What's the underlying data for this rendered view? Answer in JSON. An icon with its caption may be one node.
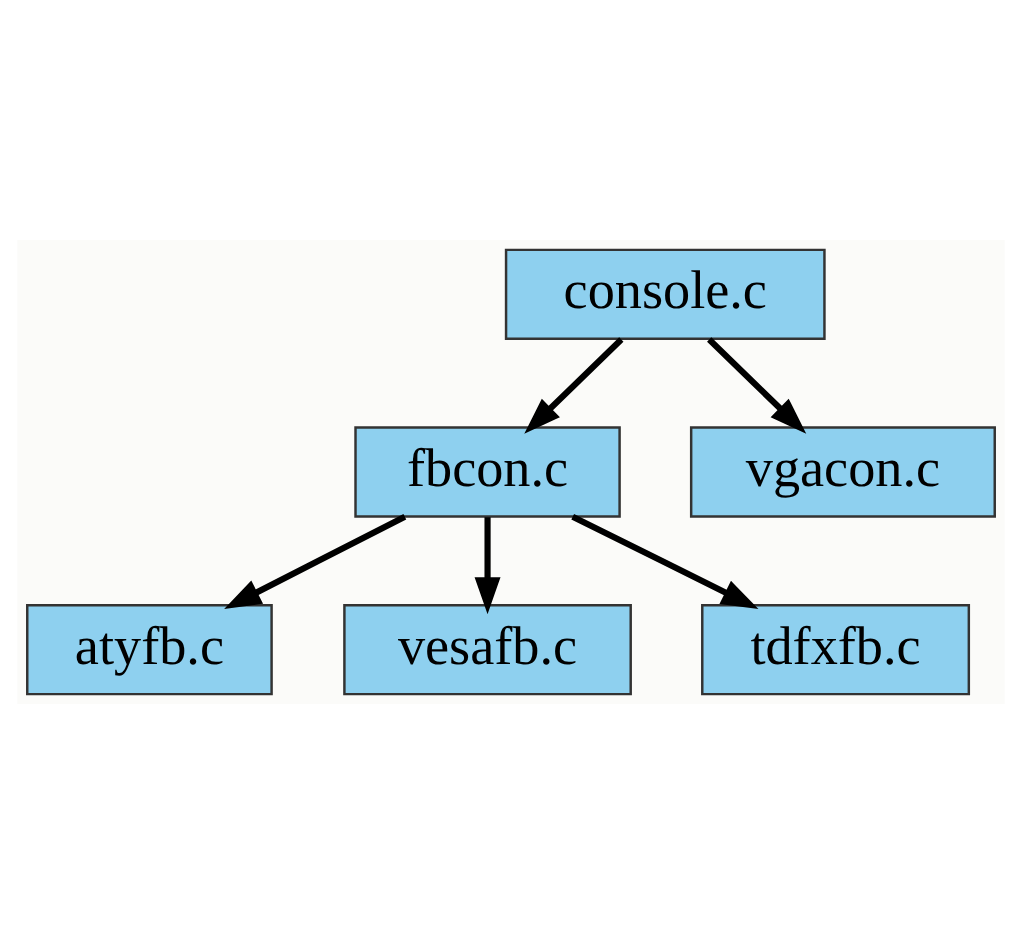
{
  "diagram": {
    "nodes": [
      {
        "text": [
          "console.c"
        ]
      },
      {
        "text": [
          "fbcon.c"
        ]
      },
      {
        "text": [
          "vgacon.c"
        ]
      },
      {
        "text": [
          "atyfb.c"
        ]
      },
      {
        "text": [
          "vesafb.c"
        ]
      },
      {
        "text": [
          "tdfxfb.c"
        ]
      }
    ],
    "edges": [
      {
        "from": 0,
        "to": 1,
        "arrow": "to"
      },
      {
        "from": 0,
        "to": 2,
        "arrow": "to"
      },
      {
        "from": 1,
        "to": 3,
        "arrow": "to"
      },
      {
        "from": 1,
        "to": 4,
        "arrow": "to"
      },
      {
        "from": 1,
        "to": 5,
        "arrow": "to"
      }
    ]
  }
}
